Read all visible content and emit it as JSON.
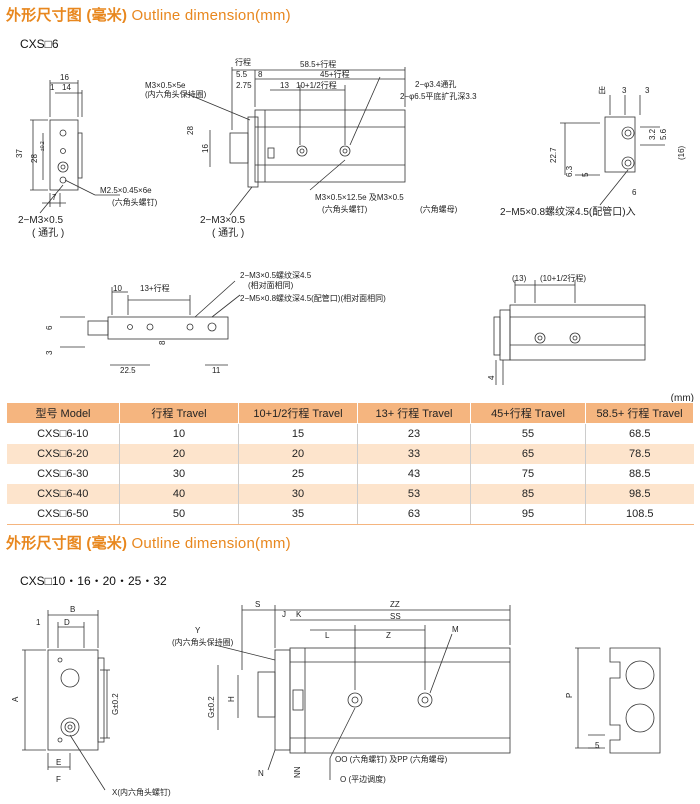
{
  "section1": {
    "title_cn": "外形尺寸图 (毫米)",
    "title_en": "Outline dimension(mm)",
    "model": "CXS□6"
  },
  "section2": {
    "title_cn": "外形尺寸图 (毫米)",
    "title_en": "Outline dimension(mm)",
    "model": "CXS□10・16・20・25・32"
  },
  "unit": "(mm)",
  "table": {
    "headers": [
      "型号 Model",
      "行程 Travel",
      "10+1/2行程 Travel",
      "13+ 行程 Travel",
      "45+行程 Travel",
      "58.5+ 行程 Travel"
    ],
    "rows": [
      [
        "CXS□6-10",
        "10",
        "15",
        "23",
        "55",
        "68.5"
      ],
      [
        "CXS□6-20",
        "20",
        "20",
        "33",
        "65",
        "78.5"
      ],
      [
        "CXS□6-30",
        "30",
        "25",
        "43",
        "75",
        "88.5"
      ],
      [
        "CXS□6-40",
        "40",
        "30",
        "53",
        "85",
        "98.5"
      ],
      [
        "CXS□6-50",
        "50",
        "35",
        "63",
        "95",
        "108.5"
      ]
    ]
  },
  "labels": {
    "d16": "16",
    "d14": "14",
    "d1a": "1",
    "d37": "37",
    "d28": "28",
    "tol02": "±0.2",
    "d7": "7",
    "m3through": "2−M3×0.5",
    "through": "( 通孔 )",
    "stroke": "行程",
    "s585": "58.5+行程",
    "s45": "45+行程",
    "d55": "5.5",
    "d8": "8",
    "d275": "2.75",
    "d13": "13",
    "s10": "10+1/2行程",
    "m3x05x5e": "M3×0.5×5e",
    "holdscrew": "(内六角头保持圈)",
    "phi34": "2−φ3.4通孔",
    "phi65": "2−φ6.5平底扩孔深3.3",
    "m25": "M2.5×0.45×6e",
    "hexbolt": "(六角头螺钉)",
    "m3b": "2−M3×0.5",
    "m3x125": "M3×0.5×12.5e 及M3×0.5",
    "hexbolt2": "(六角头螺钉)",
    "hexnut": "(六角螺母)",
    "out": "出",
    "d3a": "3",
    "d3b": "3",
    "d32": "3.2",
    "d56": "5.6",
    "d16p": "(16)",
    "d227": "22.7",
    "d63": "6.3",
    "d5": "5",
    "d6": "6",
    "m5port": "2−M5×0.8螺纹深4.5(配管口)入",
    "d10": "10",
    "s13": "13+行程",
    "m3thread": "2−M3×0.5螺纹深4.5",
    "sameside": "(相对面相同)",
    "m5thread": "2−M5×0.8螺纹深4.5(配管口)(相对面相同)",
    "d6b": "6",
    "d3c": "3",
    "d8b": "8",
    "d225": "22.5",
    "d11": "11",
    "d13p": "(13)",
    "s10p": "(10+1/2行程)",
    "d4": "4",
    "B": "B",
    "D": "D",
    "A": "A",
    "G02": "G±0.2",
    "E": "E",
    "F": "F",
    "I1": "1",
    "Xhex": "X(内六角头螺钉)",
    "S": "S",
    "J": "J",
    "K": "K",
    "ZZ": "ZZ",
    "SS": "SS",
    "L": "L",
    "Z": "Z",
    "M": "M",
    "Y": "Y",
    "Yhold": "(内六角头保持圈)",
    "Gb": "G±0.2",
    "H": "H",
    "N": "N",
    "NN": "NN",
    "OO": "OO (六角螺钉) 及PP (六角螺母)",
    "O": "O (平边调度)",
    "P": "P",
    "Pe": "5"
  }
}
